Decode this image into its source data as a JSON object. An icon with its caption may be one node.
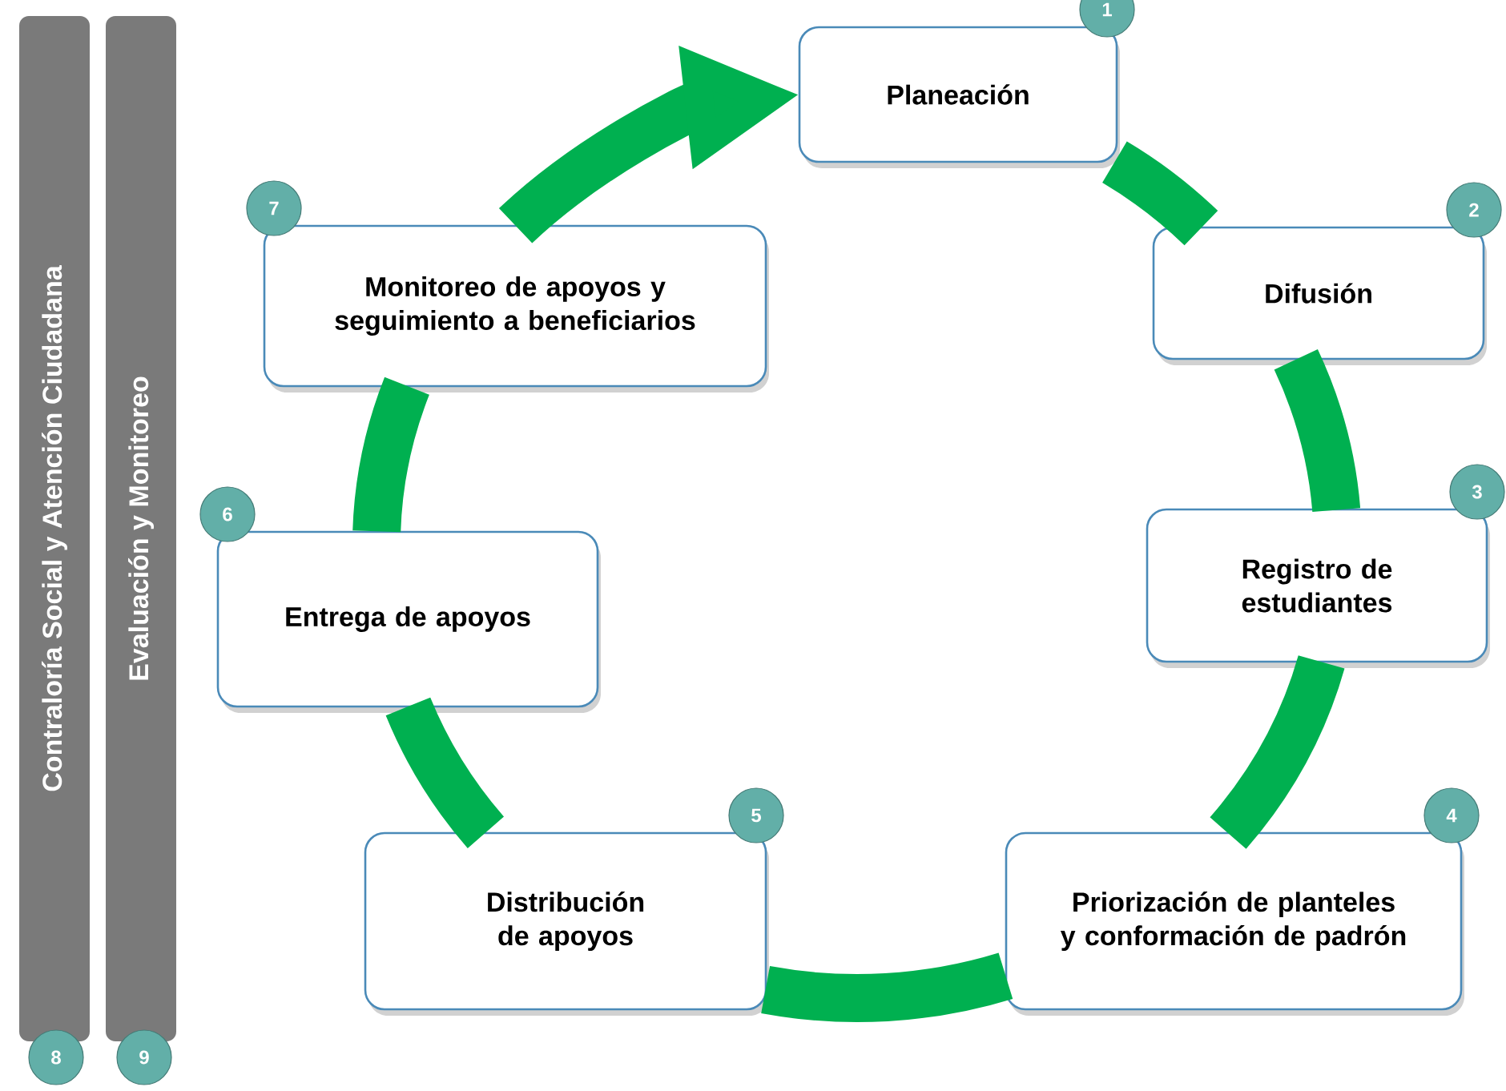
{
  "diagram": {
    "nodes": [
      {
        "text": [
          "Planeación"
        ],
        "beside": [
          "1"
        ]
      },
      {
        "text": [
          "Difusión"
        ],
        "beside": [
          "2"
        ]
      },
      {
        "text": [
          "Registro de estudiantes"
        ],
        "beside": [
          "3"
        ]
      },
      {
        "text": [
          "Priorización de planteles y conformación de padrón"
        ],
        "beside": [
          "4"
        ]
      },
      {
        "text": [
          "Distribución de apoyos"
        ],
        "beside": [
          "5"
        ]
      },
      {
        "text": [
          "Entrega de apoyos"
        ],
        "beside": [
          "6"
        ]
      },
      {
        "text": [
          "Monitoreo de apoyos y seguimiento a beneficiarios"
        ],
        "beside": [
          "7"
        ]
      },
      {
        "text": [
          "Contraloría Social y Atención Ciudadana"
        ],
        "beside": [
          "8"
        ]
      },
      {
        "text": [
          "Evaluación y Monitoreo"
        ],
        "beside": [
          "9"
        ]
      }
    ],
    "edges": [
      {
        "from": 0,
        "to": 1,
        "arrow": "none"
      },
      {
        "from": 1,
        "to": 2,
        "arrow": "none"
      },
      {
        "from": 2,
        "to": 3,
        "arrow": "none"
      },
      {
        "from": 3,
        "to": 4,
        "arrow": "none"
      },
      {
        "from": 4,
        "to": 5,
        "arrow": "none"
      },
      {
        "from": 5,
        "to": 6,
        "arrow": "none"
      },
      {
        "from": 6,
        "to": 0,
        "arrow": "to"
      }
    ]
  }
}
